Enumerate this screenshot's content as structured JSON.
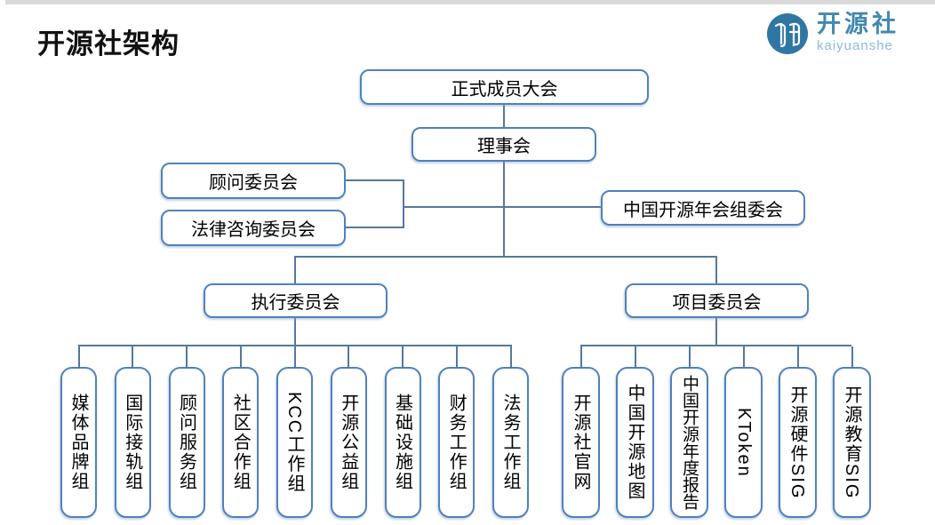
{
  "page": {
    "title": "开源社架构"
  },
  "logo": {
    "icon": "kaiyuanshe-seal-icon",
    "name": "开源社",
    "subtitle": "kaiyuanshe"
  },
  "nodes": {
    "assembly": "正式成员大会",
    "board": "理事会",
    "advisory": "顾问委员会",
    "legal": "法律咨询委员会",
    "coscon": "中国开源年会组委会",
    "executive": "执行委员会",
    "project": "项目委员会"
  },
  "executive_groups": [
    "媒体品牌组",
    "国际接轨组",
    "顾问服务组",
    "社区合作组",
    "KCC工作组",
    "开源公益组",
    "基础设施组",
    "财务工作组",
    "法务工作组"
  ],
  "project_groups": [
    "开源社官网",
    "中国开源地图",
    "中国开源年度报告",
    "KToken",
    "开源硬件SIG",
    "开源教育SIG"
  ],
  "colors": {
    "box_border": "#4f81bd",
    "connector": "#5578a0",
    "logo_circle": "#3076a3",
    "logo_name": "#4189b1",
    "logo_subtitle": "#8cbbd6",
    "title_text": "#111111"
  }
}
